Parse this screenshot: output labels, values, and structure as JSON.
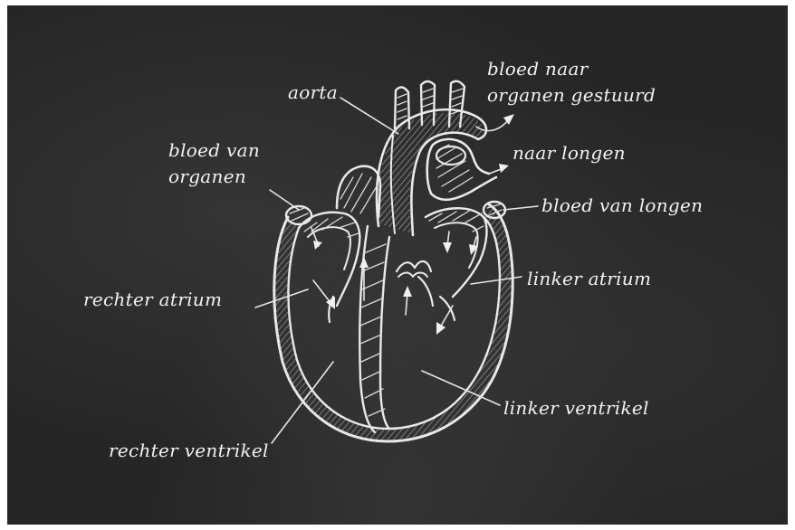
{
  "diagram": {
    "colors": {
      "background": "#262626",
      "chalk": "#f2f2f2"
    },
    "labels": {
      "aorta": "aorta",
      "bloed_naar_organen": "bloed naar\norganen gestuurd",
      "naar_longen": "naar longen",
      "bloed_van_organen": "bloed van\norganen",
      "bloed_van_longen": "bloed van longen",
      "rechter_atrium": "rechter atrium",
      "linker_atrium": "linker atrium",
      "linker_ventrikel": "linker ventrikel",
      "rechter_ventrikel": "rechter ventrikel"
    }
  }
}
